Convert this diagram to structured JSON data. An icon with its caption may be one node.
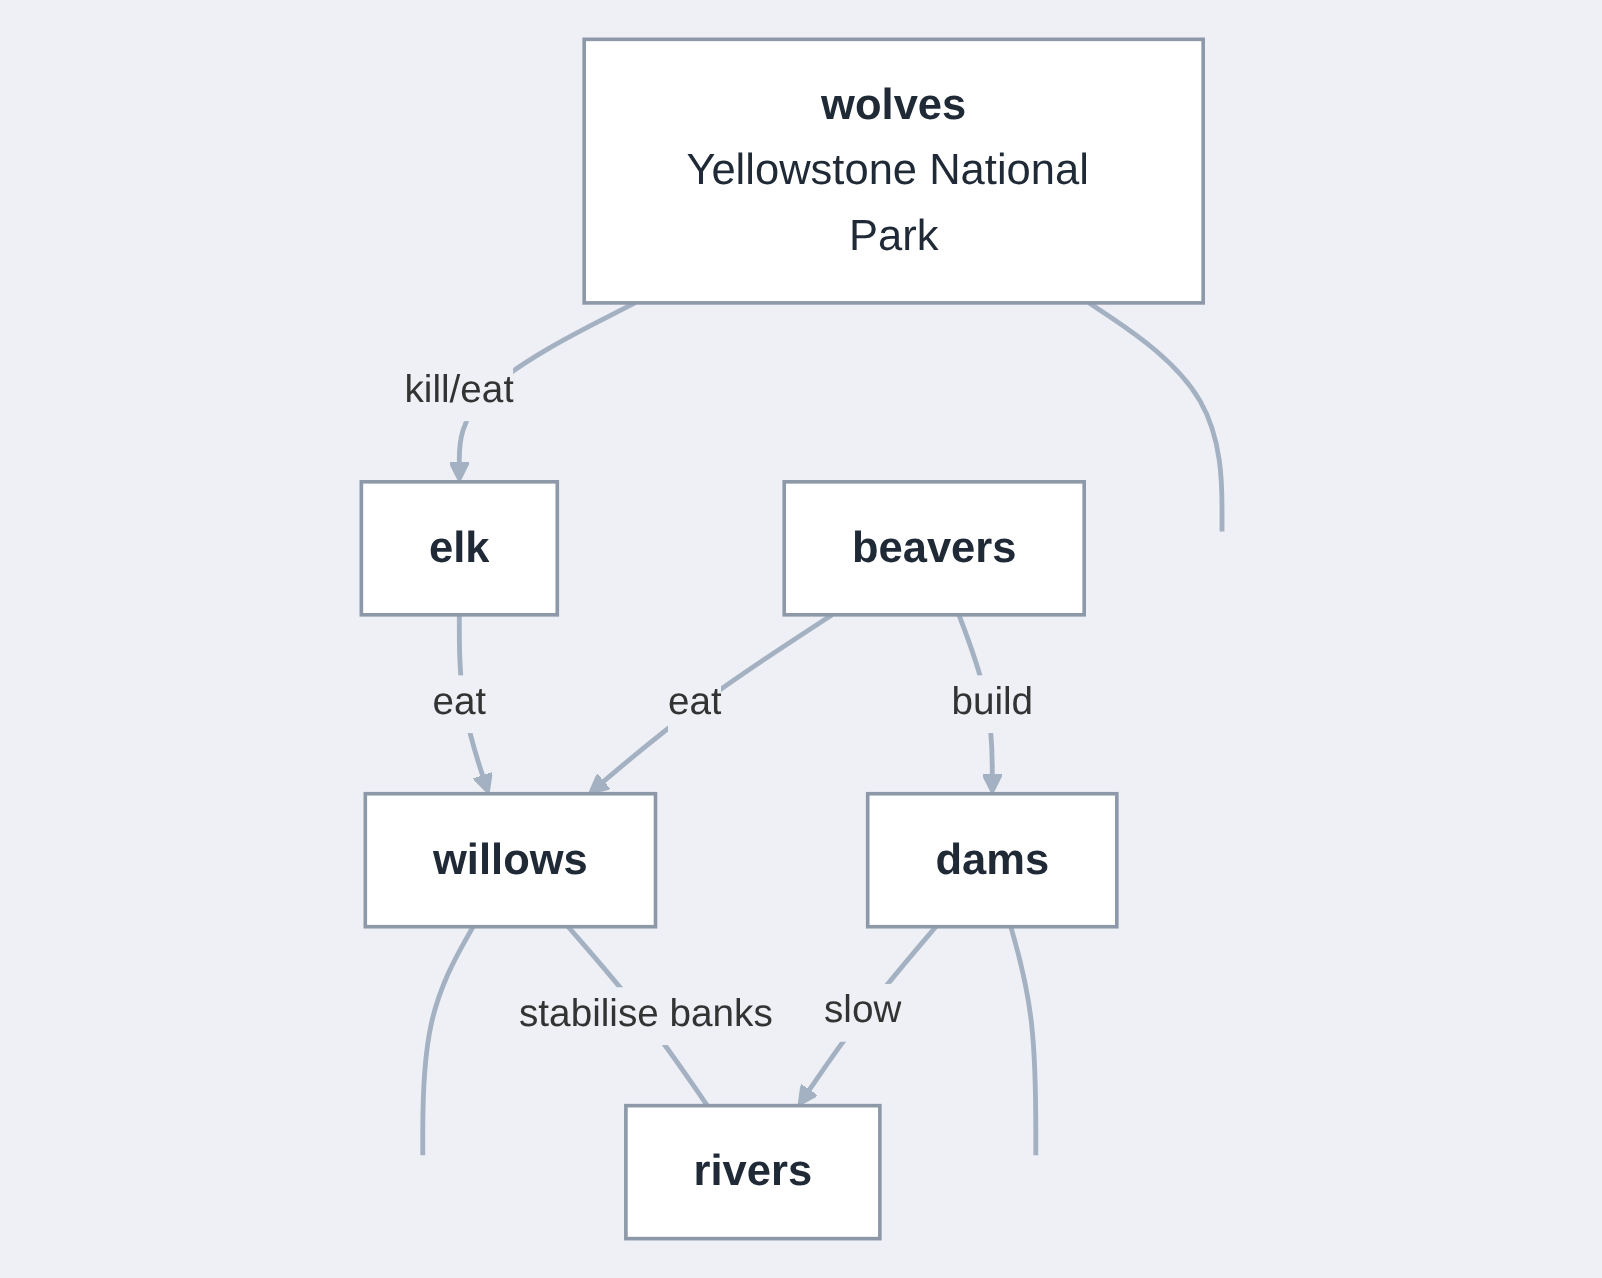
{
  "diagram": {
    "nodes": [
      {
        "text": [
          "wolves",
          "Yellowstone National Park"
        ]
      },
      {
        "text": [
          "elk"
        ]
      },
      {
        "text": [
          "beavers"
        ]
      },
      {
        "text": [
          "willows"
        ]
      },
      {
        "text": [
          "dams"
        ]
      },
      {
        "text": [
          "rivers"
        ]
      }
    ],
    "edges": [
      {
        "from": 0,
        "to": null,
        "arrow": "none"
      },
      {
        "from": 0,
        "to": 1,
        "label": "kill/eat",
        "arrow": "to"
      },
      {
        "from": 1,
        "to": 3,
        "label": "eat",
        "arrow": "to"
      },
      {
        "from": 2,
        "to": 3,
        "label": "eat",
        "arrow": "to"
      },
      {
        "from": 3,
        "to": null,
        "arrow": "none"
      },
      {
        "from": 2,
        "to": 4,
        "label": "build",
        "arrow": "to"
      },
      {
        "from": 3,
        "to": 5,
        "label": "stabilise banks",
        "arrow": "none"
      },
      {
        "from": 4,
        "to": 5,
        "label": "slow",
        "arrow": "to"
      },
      {
        "from": 4,
        "to": null,
        "arrow": "none"
      }
    ]
  }
}
